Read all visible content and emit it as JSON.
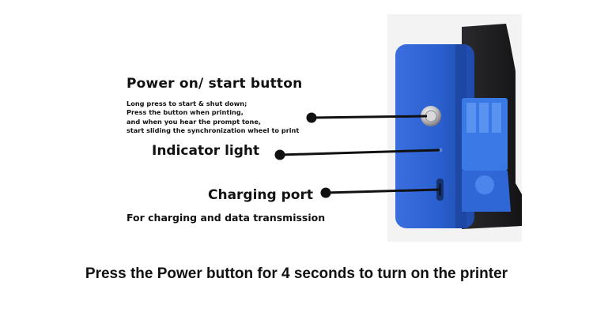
{
  "callouts": {
    "power": {
      "title": "Power on/ start button",
      "description_lines": [
        "Long press to start & shut down;",
        "Press the button when printing,",
        "and when you hear the prompt tone,",
        "start sliding the synchronization wheel to print"
      ]
    },
    "indicator": {
      "title": "Indicator light"
    },
    "charging": {
      "title": "Charging port",
      "description": "For charging and data transmission"
    }
  },
  "footer": {
    "instruction": "Press the Power button for 4 seconds to turn on the printer"
  },
  "colors": {
    "device_body": "#2a5fcf",
    "device_clip": "#1c1c1f",
    "text": "#111111"
  }
}
